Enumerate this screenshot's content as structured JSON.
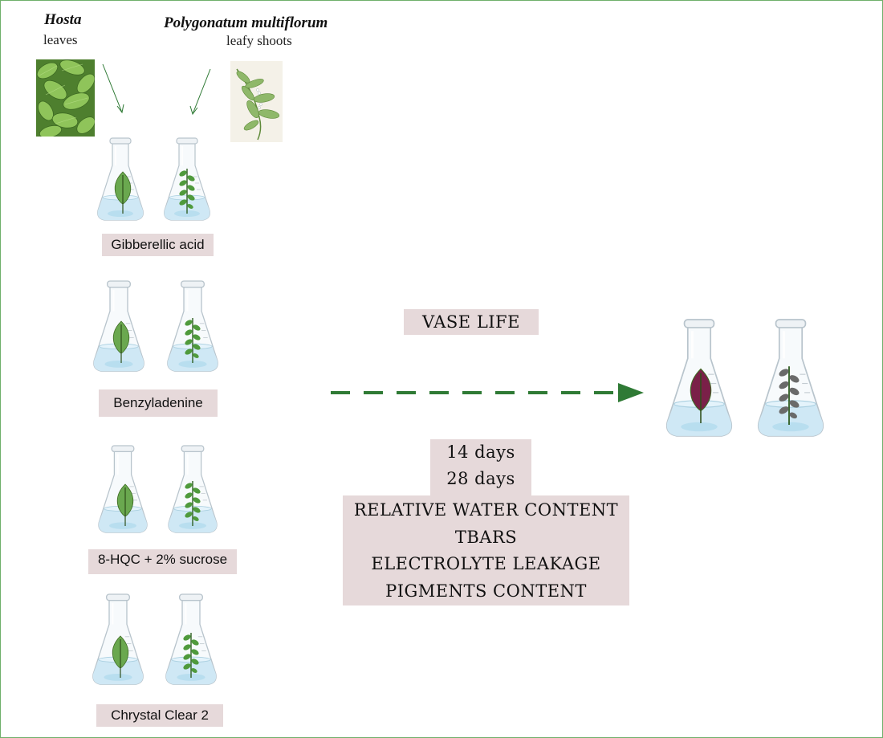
{
  "sources": {
    "hosta": {
      "title": "Hosta",
      "subtitle": "leaves",
      "image_icon": "hosta-leaves-photo"
    },
    "polygonatum": {
      "title": "Polygonatum multiflorum",
      "subtitle": "leafy shoots",
      "image_icon": "polygonatum-shoot-illustration"
    }
  },
  "treatments": [
    {
      "label": "Gibberellic acid"
    },
    {
      "label": "Benzyladenine"
    },
    {
      "label": "8-HQC + 2% sucrose"
    },
    {
      "label": "Chrystal Clear  2"
    }
  ],
  "vase_life_label": "VASE LIFE",
  "durations": [
    "14 days",
    "28 days"
  ],
  "measurements": [
    "RELATIVE WATER CONTENT",
    "TBARS",
    "ELECTROLYTE LEAKAGE",
    "PIGMENTS CONTENT"
  ],
  "colors": {
    "border": "#6fb06a",
    "label_bg": "#e6d9da",
    "arrow": "#2f7a35",
    "leaf_fresh": "#6aa84f",
    "leaf_aged_hosta": "#7a2048",
    "leaf_aged_polygonatum": "#6a6a6a",
    "water": "#cfe8f5"
  }
}
